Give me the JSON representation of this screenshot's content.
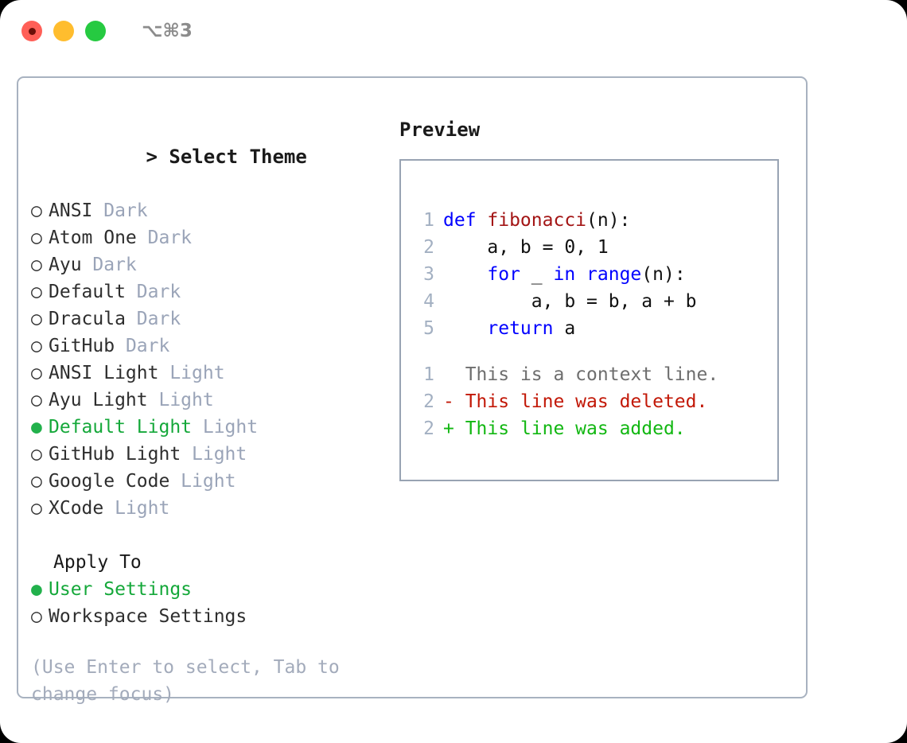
{
  "titlebar": {
    "shortcut": "⌥⌘3",
    "lights": [
      {
        "name": "close",
        "color": "#ff5f57"
      },
      {
        "name": "minimize",
        "color": "#ffbd2e"
      },
      {
        "name": "maximize",
        "color": "#26ca41"
      }
    ]
  },
  "theme_picker": {
    "heading_marker": "> ",
    "heading": "Select Theme",
    "bullet_selected": "●",
    "bullet_unselected": "○",
    "items": [
      {
        "label": "ANSI",
        "tag": "Dark",
        "selected": false
      },
      {
        "label": "Atom One",
        "tag": "Dark",
        "selected": false
      },
      {
        "label": "Ayu",
        "tag": "Dark",
        "selected": false
      },
      {
        "label": "Default",
        "tag": "Dark",
        "selected": false
      },
      {
        "label": "Dracula",
        "tag": "Dark",
        "selected": false
      },
      {
        "label": "GitHub",
        "tag": "Dark",
        "selected": false
      },
      {
        "label": "ANSI Light",
        "tag": "Light",
        "selected": false
      },
      {
        "label": "Ayu Light",
        "tag": "Light",
        "selected": false
      },
      {
        "label": "Default Light",
        "tag": "Light",
        "selected": true
      },
      {
        "label": "GitHub Light",
        "tag": "Light",
        "selected": false
      },
      {
        "label": "Google Code",
        "tag": "Light",
        "selected": false
      },
      {
        "label": "XCode",
        "tag": "Light",
        "selected": false
      }
    ]
  },
  "apply_to": {
    "heading": "Apply To",
    "items": [
      {
        "label": "User Settings",
        "selected": true
      },
      {
        "label": "Workspace Settings",
        "selected": false
      }
    ]
  },
  "hint": "(Use Enter to select, Tab to change focus)",
  "preview": {
    "title": "Preview",
    "code_lines": [
      {
        "n": "1",
        "tokens": [
          {
            "t": "def ",
            "c": "kw"
          },
          {
            "t": "fibonacci",
            "c": "fn"
          },
          {
            "t": "(n):",
            "c": "plain"
          }
        ]
      },
      {
        "n": "2",
        "tokens": [
          {
            "t": "    a, b = 0, 1",
            "c": "plain"
          }
        ]
      },
      {
        "n": "3",
        "tokens": [
          {
            "t": "    ",
            "c": "plain"
          },
          {
            "t": "for",
            "c": "kw"
          },
          {
            "t": " _ ",
            "c": "plain"
          },
          {
            "t": "in",
            "c": "kw"
          },
          {
            "t": " ",
            "c": "plain"
          },
          {
            "t": "range",
            "c": "builtin"
          },
          {
            "t": "(n):",
            "c": "plain"
          }
        ]
      },
      {
        "n": "4",
        "tokens": [
          {
            "t": "        a, b = b, a + b",
            "c": "plain"
          }
        ]
      },
      {
        "n": "5",
        "tokens": [
          {
            "t": "    ",
            "c": "plain"
          },
          {
            "t": "return",
            "c": "kw"
          },
          {
            "t": " a",
            "c": "plain"
          }
        ]
      }
    ],
    "diff_lines": [
      {
        "n": "1",
        "sign": "  ",
        "text": "This is a context line.",
        "kind": "ctx"
      },
      {
        "n": "2",
        "sign": "- ",
        "text": "This line was deleted.",
        "kind": "del"
      },
      {
        "n": "2",
        "sign": "+ ",
        "text": "This line was added.",
        "kind": "add"
      }
    ]
  },
  "colors": {
    "accent_green": "#15a83a",
    "muted": "#9aa4b8",
    "border": "#a8b2c0",
    "keyword_blue": "#0000ff",
    "function_red": "#a31515",
    "diff_delete": "#c21807",
    "diff_add": "#12b712"
  }
}
